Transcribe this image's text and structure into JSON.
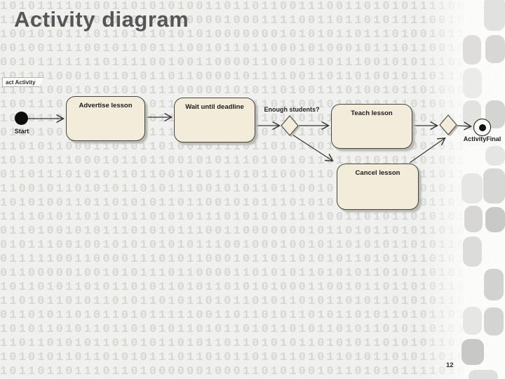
{
  "slide": {
    "title": "Activity diagram",
    "page_number": "12"
  },
  "diagram": {
    "frame_label": "act Activity",
    "nodes": {
      "start": {
        "label": "Start",
        "type": "initial"
      },
      "advertise": {
        "label": "Advertise lesson",
        "type": "action"
      },
      "wait": {
        "label": "Wait until deadline",
        "type": "action"
      },
      "decision": {
        "label": "Enough students?",
        "type": "decision"
      },
      "teach": {
        "label": "Teach lesson",
        "type": "action"
      },
      "cancel": {
        "label": "Cancel lesson",
        "type": "action"
      },
      "merge": {
        "label": "",
        "type": "merge"
      },
      "final": {
        "label": "ActivityFinal",
        "type": "activity-final"
      }
    },
    "flows": [
      [
        "start",
        "advertise"
      ],
      [
        "advertise",
        "wait"
      ],
      [
        "wait",
        "decision"
      ],
      [
        "decision",
        "teach"
      ],
      [
        "decision",
        "cancel"
      ],
      [
        "teach",
        "merge"
      ],
      [
        "cancel",
        "merge"
      ],
      [
        "merge",
        "final"
      ]
    ]
  },
  "colors": {
    "slide_bg": "#f0f0ee",
    "binary_text": "#d6d6d3",
    "title_text": "#565658",
    "node_fill": "#f3ecdb",
    "node_border": "#45453c",
    "node_shadow": "#b9b9b3",
    "connector": "#333333",
    "label_text": "#1c1c1c"
  },
  "background_binary_rows": [
    "101011110100110101010011011011001110011010101111001100",
    "111111101100110101010000100011110011011010111100101011",
    "100101011101101110101010000000101010110111010010110101",
    "001001111001011001110010110110001010001011101100100110",
    "001011111110111100100110000110001010111001010111000101",
    "101101000101101011011000010111100110110100101101110010",
    "110110001010101011100000101011010011101001011010001101",
    "100111010110110101101000001110110010100101110100101011",
    "101011010101001101100111001010110101000111001011010100",
    "011010011011101011110010101101011100110010010111101001",
    "110101100011010110100101110110101001011101100010110110",
    "101101110001011011001010111010010110110101011010010011",
    "011011101010110110010101101011000110101101010110110100",
    "110010110101011010111001010110110010101011011010101101",
    "101010011011010101101100101011101010010110101011010110",
    "111101011010101101010111010101011010011010110101011010",
    "011010010101110101011100110000000101101011010110101010",
    "010111001001010101010111001000100101101010110101101011",
    "011111001100001110101100010110110101011010101101011010",
    "011000001001010111011000011010101101010110101101010110",
    "101101011010110101101011010101000110010110110101101011",
    "110101101011010110101101011010110101101011010101101101",
    "011010110101101011111001101101011010110101101011010110",
    "101011010110110101011010110101101011010110101101011010",
    "110110101011010101101011011010101101010110101011010101",
    "101010110110101011101101011010110101101011010110101101",
    "101101101110110100000010001101010010110101011110101101"
  ]
}
